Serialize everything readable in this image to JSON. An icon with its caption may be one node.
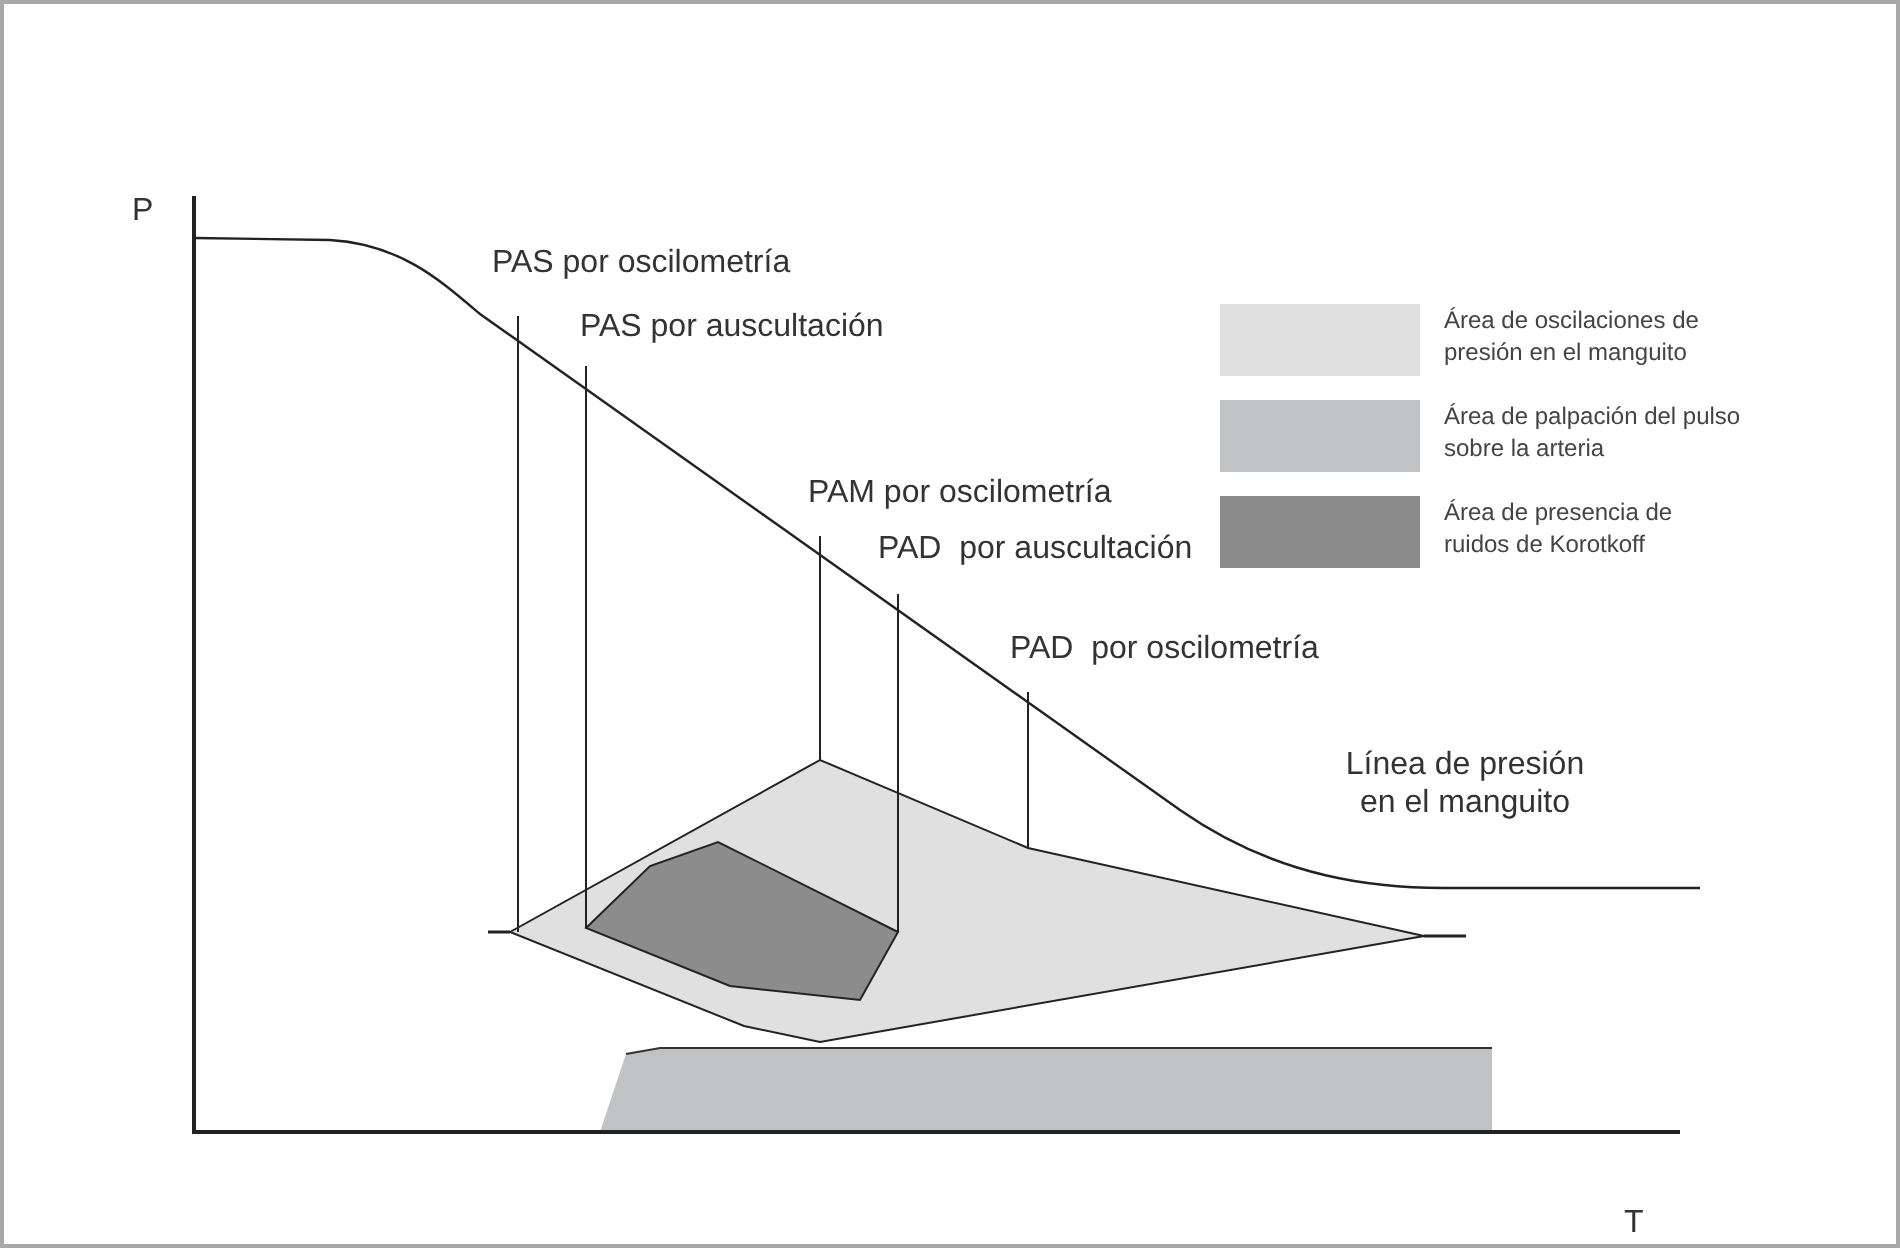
{
  "diagram": {
    "labels": [
      "P",
      "T",
      "PAS por oscilometría",
      "PAS por auscultación",
      "PAM por oscilometría",
      "PAD  por auscultación",
      "PAD  por oscilometría",
      "Línea de presión en el manguito"
    ],
    "legend": [
      {
        "text": "Área de oscilaciones de presión en el manguito",
        "color": "#e0e0e0"
      },
      {
        "text": "Área de palpación del pulso sobre la arteria",
        "color": "#c1c2c4"
      },
      {
        "text": "Área de presencia de ruidos de Korotkoff",
        "color": "#8c8c8c"
      }
    ]
  }
}
